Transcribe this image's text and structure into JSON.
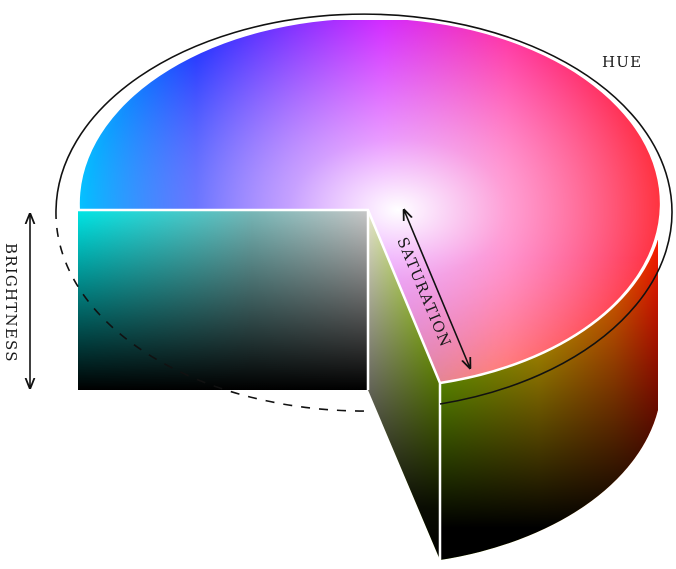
{
  "diagram": {
    "labels": {
      "hue": "HUE",
      "saturation": "SATURATION",
      "brightness": "BRIGHTNESS"
    },
    "colors": {
      "background": "#ffffff",
      "annotation_line": "#111111",
      "edge_highlight": "#ffffff",
      "base_shadow": "#000000"
    },
    "hue_wheel": [
      "#ff0000",
      "#ffff00",
      "#00ff00",
      "#00ffff",
      "#0000ff",
      "#ff00ff"
    ]
  }
}
